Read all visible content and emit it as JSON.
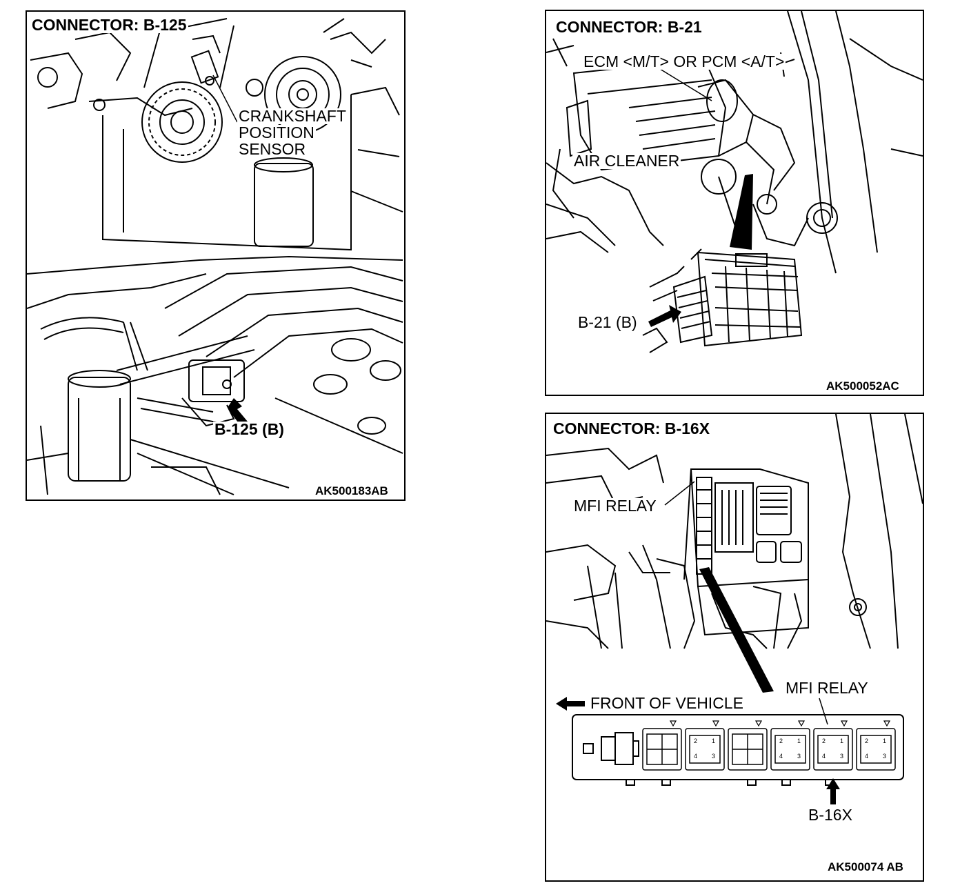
{
  "panel_b125": {
    "title": "CONNECTOR: B-125",
    "sensor_label": [
      "CRANKSHAFT",
      "POSITION",
      "SENSOR"
    ],
    "connector_label": "B-125 (B)",
    "code": "AK500183AB"
  },
  "panel_b21": {
    "title": "CONNECTOR: B-21",
    "ecm_label": "ECM <M/T> OR PCM <A/T>",
    "air_cleaner_label": "AIR CLEANER",
    "connector_label": "B-21 (B)",
    "code": "AK500052AC"
  },
  "panel_b16x": {
    "title": "CONNECTOR: B-16X",
    "mfi_relay_top": "MFI RELAY",
    "mfi_relay_bottom": "MFI RELAY",
    "front_label": "FRONT OF VEHICLE",
    "connector_label": "B-16X",
    "code": "AK500074 AB",
    "pins": [
      "2",
      "1",
      "4",
      "3"
    ]
  },
  "colors": {
    "line": "#000000",
    "background": "#ffffff"
  }
}
